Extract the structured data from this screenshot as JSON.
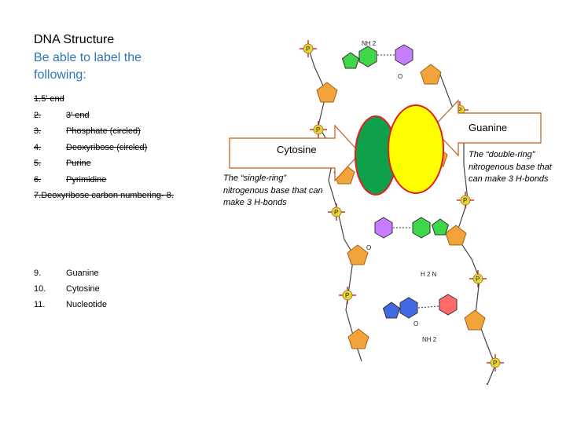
{
  "heading": {
    "title": "DNA Structure",
    "subtitle": "Be able to label the following:"
  },
  "struck_items": [
    {
      "num": "1.",
      "text": "5’ end"
    },
    {
      "num": "2.",
      "text": "3’ end"
    },
    {
      "num": "3.",
      "text": "Phosphate (circled)"
    },
    {
      "num": "4.",
      "text": "Deoxyribose (circled)"
    },
    {
      "num": "5.",
      "text": "Purine"
    },
    {
      "num": "6.",
      "text": "Pyrimidine"
    },
    {
      "num": "7.",
      "text": "Deoxyribose carbon numbering- 8."
    }
  ],
  "items": [
    {
      "num": "9.",
      "text": "Guanine"
    },
    {
      "num": "10.",
      "text": "Cytosine"
    },
    {
      "num": "11.",
      "text": "Nucleotide"
    }
  ],
  "callouts": {
    "cytosine": {
      "label": "Cytosine",
      "note": "The “single-ring” nitrogenous base that can make 3 H-bonds"
    },
    "guanine": {
      "label": "Guanine",
      "note": "The “double-ring” nitrogenous base that can make 3 H-bonds"
    }
  },
  "molecule_labels": {
    "phosphate": "P",
    "oxygen": "O",
    "nitrogen": "N",
    "hydrogen": "H",
    "amino": "NH 2",
    "amino_split": "H 2 N",
    "minus": "-"
  },
  "colors": {
    "subtitle": "#2e74b5",
    "cytosine_oval": "#0ea04b",
    "guanine_oval": "#ffff00",
    "oval_border": "#e0201f",
    "sugar": "#f2a33a",
    "phosphate": "#e8d23a",
    "base_green": "#3fd64a",
    "base_blue": "#4169e1",
    "base_purple": "#c77dff",
    "base_red": "#ff6a6a",
    "arrow_fill": "#ffffff",
    "arrow_stroke": "#c55a11"
  }
}
